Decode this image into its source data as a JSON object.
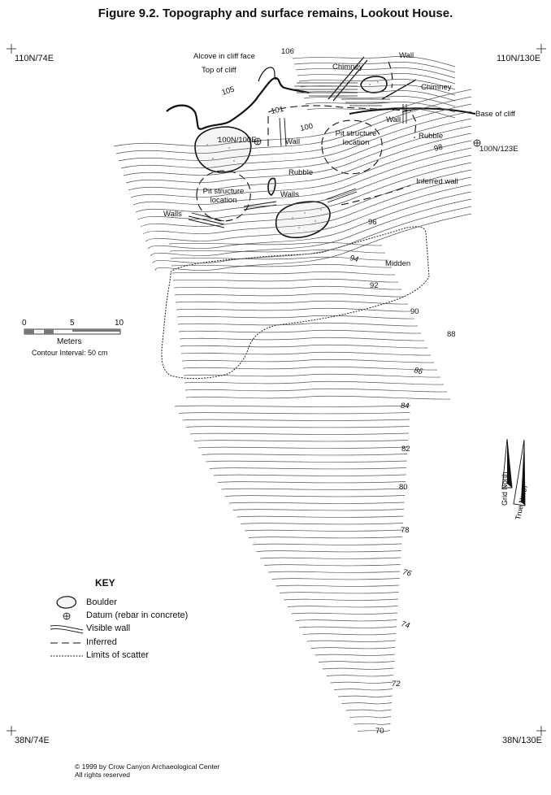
{
  "title": "Figure 9.2.  Topography and surface remains, Lookout House.",
  "corners": {
    "top_left": "110N/74E",
    "top_right": "110N/130E",
    "bottom_left": "38N/74E",
    "bottom_right": "38N/130E"
  },
  "features": {
    "alcove": "Alcove in cliff face",
    "top_of_cliff": "Top of cliff",
    "chimney_1": "Chimney",
    "chimney_2": "Chimney",
    "wall_top": "Wall",
    "base_of_cliff": "Base of cliff",
    "wall_right": "Wall",
    "rubble_right": "Rubble",
    "datum_1": "100N/100E",
    "wall_left": "Wall",
    "pit_1": "Pit structure location",
    "pit_2": "Pit structure location",
    "rubble_center": "Rubble",
    "datum_2": "100N/123E",
    "inferred_wall": "Inferred wall",
    "walls_center": "Walls",
    "walls_left": "Walls",
    "midden": "Midden"
  },
  "contours": [
    "106",
    "105",
    "101",
    "100",
    "98",
    "96",
    "94",
    "92",
    "90",
    "88",
    "86",
    "84",
    "82",
    "80",
    "78",
    "76",
    "74",
    "72",
    "70"
  ],
  "scale": {
    "ticks": [
      "0",
      "5",
      "10"
    ],
    "unit": "Meters",
    "interval": "Contour Interval: 50 cm"
  },
  "north": {
    "grid": "Grid North",
    "true": "True North"
  },
  "key": {
    "title": "KEY",
    "items": [
      "Boulder",
      "Datum (rebar in concrete)",
      "Visible wall",
      "Inferred",
      "Limits of scatter"
    ]
  },
  "copyright": [
    "© 1999 by Crow Canyon Archaeological Center",
    "All rights reserved"
  ]
}
